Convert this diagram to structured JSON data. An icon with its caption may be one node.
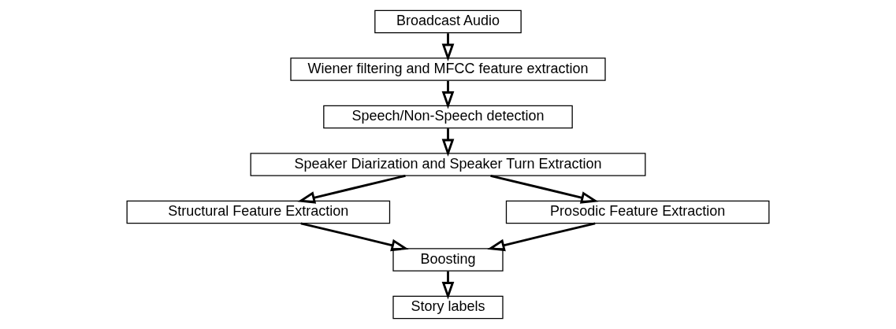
{
  "diagram": {
    "nodes": [
      {
        "text": [
          "Broadcast Audio"
        ]
      },
      {
        "text": [
          "Wiener filtering and MFCC feature extraction"
        ]
      },
      {
        "text": [
          "Speech/Non-Speech detection"
        ]
      },
      {
        "text": [
          "Speaker Diarization and Speaker Turn Extraction"
        ]
      },
      {
        "text": [
          "Structural Feature Extraction"
        ]
      },
      {
        "text": [
          "Prosodic Feature Extraction"
        ]
      },
      {
        "text": [
          "Boosting"
        ]
      },
      {
        "text": [
          "Story labels"
        ]
      }
    ],
    "edges": [
      {
        "from": 0,
        "to": 1,
        "arrow": "to"
      },
      {
        "from": 1,
        "to": 2,
        "arrow": "to"
      },
      {
        "from": 2,
        "to": 3,
        "arrow": "to"
      },
      {
        "from": 3,
        "to": 4,
        "arrow": "to"
      },
      {
        "from": 3,
        "to": 5,
        "arrow": "to"
      },
      {
        "from": 4,
        "to": 6,
        "arrow": "to"
      },
      {
        "from": 5,
        "to": 6,
        "arrow": "to"
      },
      {
        "from": 6,
        "to": 7,
        "arrow": "to"
      }
    ]
  }
}
